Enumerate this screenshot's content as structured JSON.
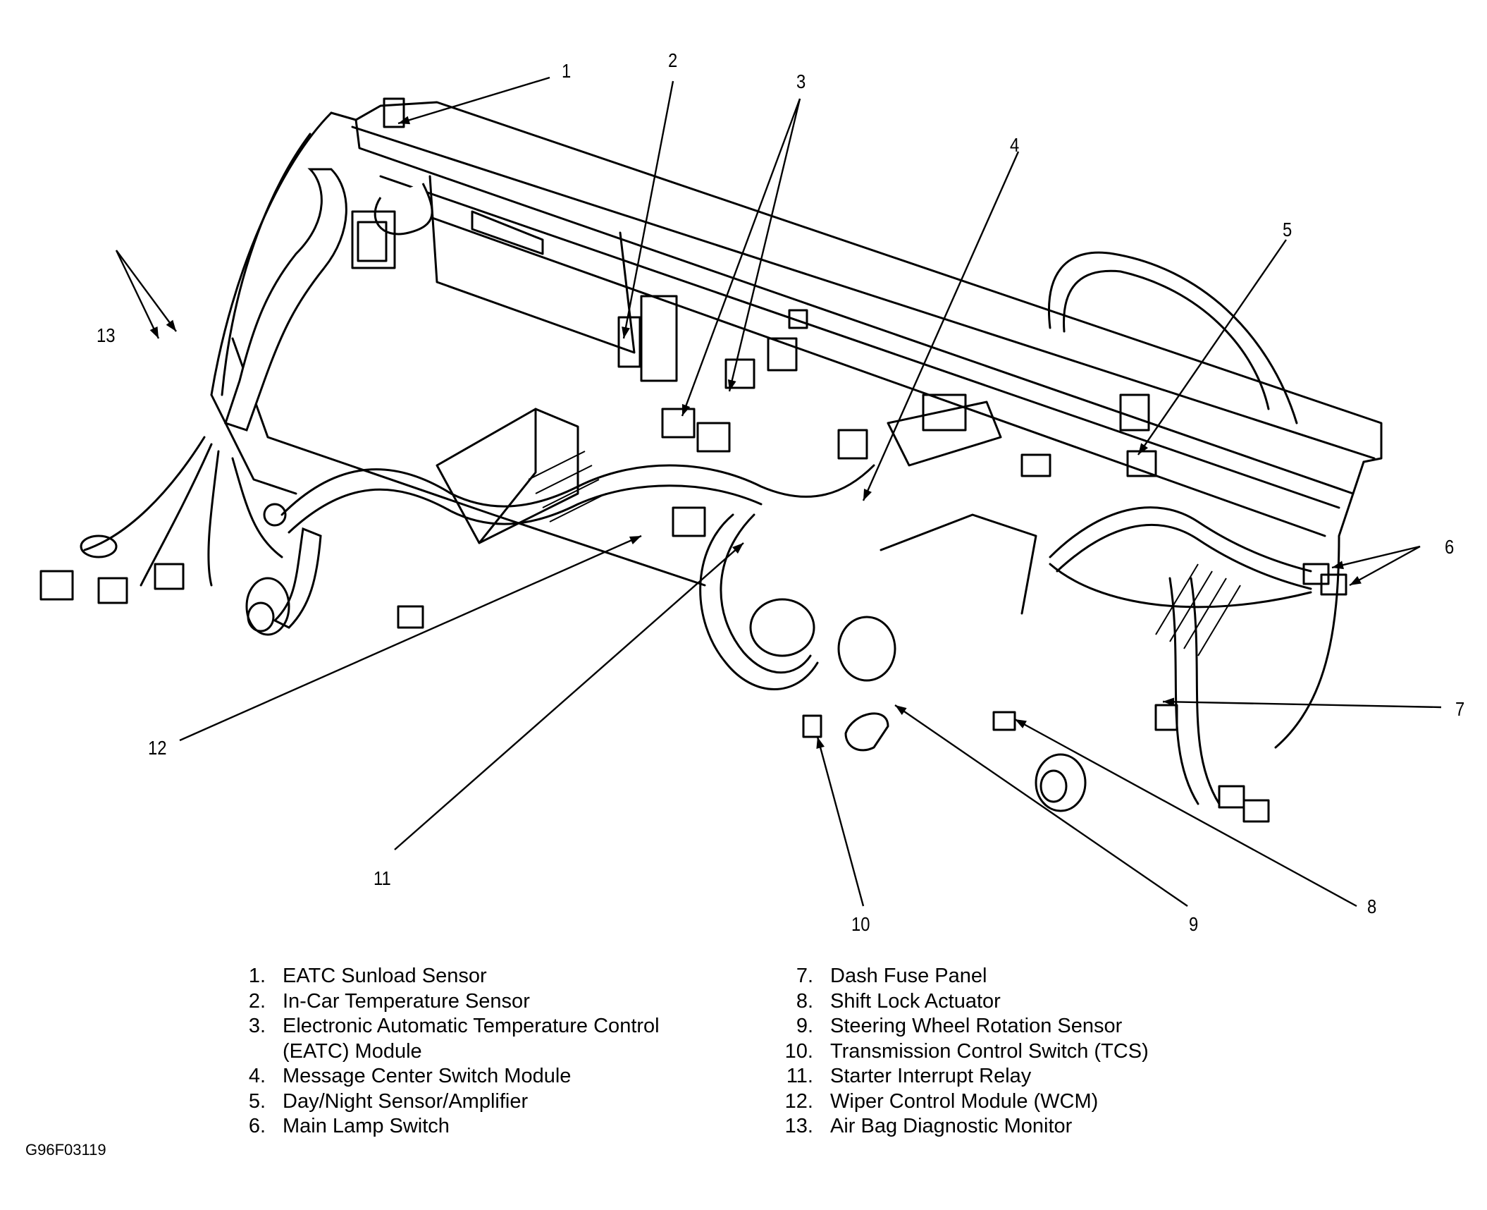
{
  "figure": {
    "id": "G96F03119",
    "subject": "Instrument panel components and wiring harness"
  },
  "callouts": [
    {
      "number": "1"
    },
    {
      "number": "2"
    },
    {
      "number": "3"
    },
    {
      "number": "4"
    },
    {
      "number": "5"
    },
    {
      "number": "6"
    },
    {
      "number": "7"
    },
    {
      "number": "8"
    },
    {
      "number": "9"
    },
    {
      "number": "10"
    },
    {
      "number": "11"
    },
    {
      "number": "12"
    },
    {
      "number": "13"
    }
  ],
  "legend": {
    "left": [
      {
        "num": "1.",
        "text": "EATC Sunload Sensor"
      },
      {
        "num": "2.",
        "text": "In-Car Temperature Sensor"
      },
      {
        "num": "3.",
        "text": "Electronic Automatic Temperature Control"
      },
      {
        "num": "",
        "text": "(EATC) Module"
      },
      {
        "num": "4.",
        "text": "Message Center Switch Module"
      },
      {
        "num": "5.",
        "text": "Day/Night Sensor/Amplifier"
      },
      {
        "num": "6.",
        "text": "Main Lamp Switch"
      }
    ],
    "right": [
      {
        "num": "7.",
        "text": "Dash Fuse Panel"
      },
      {
        "num": "8.",
        "text": "Shift Lock Actuator"
      },
      {
        "num": "9.",
        "text": "Steering Wheel Rotation Sensor"
      },
      {
        "num": "10.",
        "text": "Transmission Control Switch (TCS)"
      },
      {
        "num": "11.",
        "text": "Starter Interrupt Relay"
      },
      {
        "num": "12.",
        "text": "Wiper Control Module (WCM)"
      },
      {
        "num": "13.",
        "text": "Air Bag Diagnostic Monitor"
      }
    ]
  }
}
